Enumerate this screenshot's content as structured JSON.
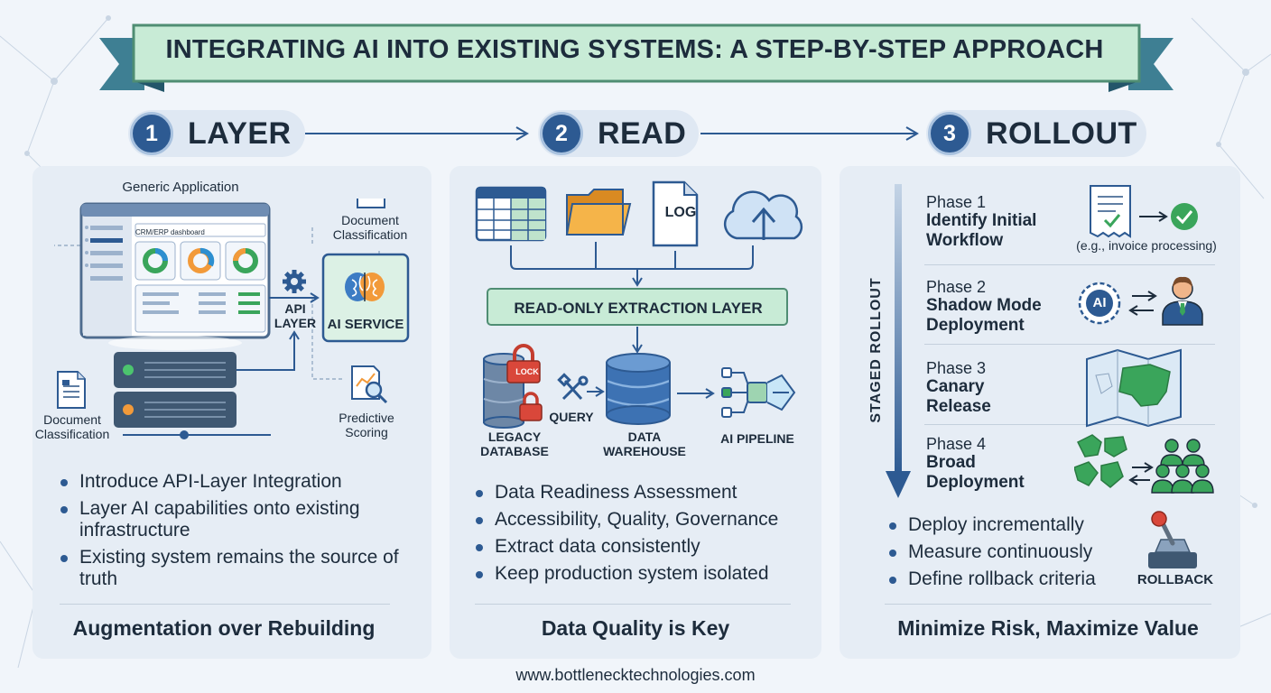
{
  "title": "INTEGRATING AI INTO EXISTING SYSTEMS: A STEP-BY-STEP APPROACH",
  "colors": {
    "navy": "#2d5a92",
    "mint": "#c8ebd6",
    "mint_dark": "#4f8d73",
    "green": "#3aa55b",
    "text": "#1d2c3c"
  },
  "steps": [
    {
      "num": "1",
      "label": "LAYER"
    },
    {
      "num": "2",
      "label": "READ"
    },
    {
      "num": "3",
      "label": "ROLLOUT"
    }
  ],
  "layer": {
    "app_label": "Generic Application",
    "dashboard_label": "CRM/ERP dashboard",
    "doc_top_label": "Document Classification",
    "api_label_1": "API",
    "api_label_2": "LAYER",
    "ai_service": "AI SERVICE",
    "predictive_label": "Predictive Scoring",
    "doc_left_label": "Document Classification",
    "bullets": [
      "Introduce API-Layer Integration",
      "Layer AI capabilities onto existing infrastructure",
      "Existing system remains the source of truth"
    ],
    "footer": "Augmentation over Rebuilding"
  },
  "read": {
    "log_text": "LOG",
    "extraction_layer": "READ-ONLY EXTRACTION LAYER",
    "lock_text": "LOCK",
    "legacy_db_1": "LEGACY",
    "legacy_db_2": "DATABASE",
    "query": "QUERY",
    "warehouse_1": "DATA",
    "warehouse_2": "WAREHOUSE",
    "pipeline": "AI PIPELINE",
    "bullets": [
      "Data Readiness Assessment",
      "Accessibility, Quality, Governance",
      "Extract data consistently",
      "Keep production system isolated"
    ],
    "footer": "Data Quality is Key"
  },
  "rollout": {
    "staged": "STAGED ROLLOUT",
    "phases": [
      {
        "n": "Phase 1",
        "t1": "Identify Initial",
        "t2": "Workflow"
      },
      {
        "n": "Phase 2",
        "t1": "Shadow Mode",
        "t2": "Deployment"
      },
      {
        "n": "Phase 3",
        "t1": "Canary",
        "t2": "Release"
      },
      {
        "n": "Phase 4",
        "t1": "Broad",
        "t2": "Deployment"
      }
    ],
    "example": "(e.g., invoice processing)",
    "ai_badge": "AI",
    "bullets": [
      "Deploy incrementally",
      "Measure continuously",
      "Define rollback criteria"
    ],
    "rollback": "ROLLBACK",
    "footer": "Minimize Risk, Maximize Value"
  },
  "website": "www.bottlenecktechnologies.com"
}
